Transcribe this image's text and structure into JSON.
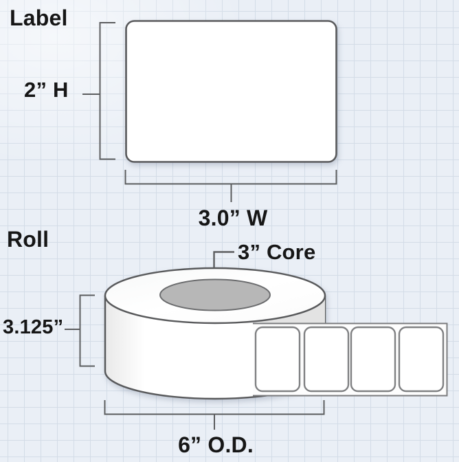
{
  "diagram": {
    "label_section": {
      "heading": "Label",
      "height_dim": "2” H",
      "width_dim": "3.0” W"
    },
    "roll_section": {
      "heading": "Roll",
      "core_dim": "3” Core",
      "roll_width_dim": "3.125”",
      "outer_diameter_dim": "6” O.D.",
      "sticker_count": 4
    }
  },
  "colors": {
    "background": "#eaeff6",
    "grid_line": "#d3dce7",
    "line": "#58595b",
    "bracket_line": "#5b5c5e",
    "text": "#161616",
    "core_fill": "#b7b7b7",
    "side_shade": "#e3e3e3",
    "strip_fill": "#fdfdfd",
    "shape_fill": "#ffffff"
  }
}
